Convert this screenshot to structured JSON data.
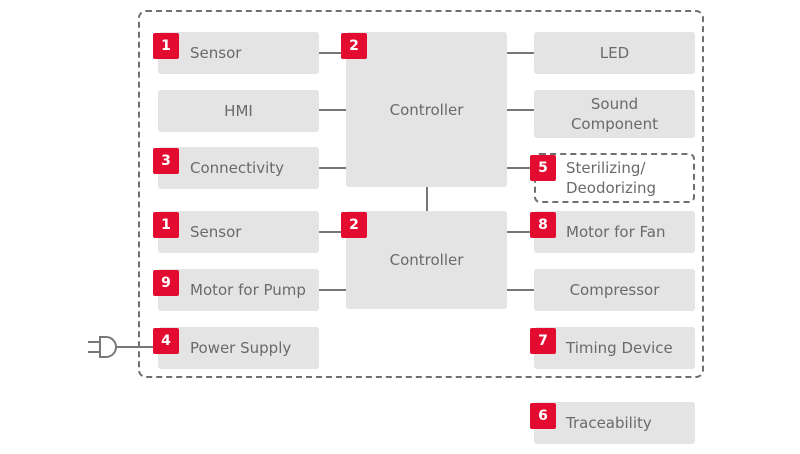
{
  "blocks": {
    "sensor_top": {
      "label": "Sensor",
      "badge": "1"
    },
    "hmi": {
      "label": "HMI"
    },
    "connectivity": {
      "label": "Connectivity",
      "badge": "3"
    },
    "sensor_bottom": {
      "label": "Sensor",
      "badge": "1"
    },
    "motor_pump": {
      "label": "Motor for Pump",
      "badge": "9"
    },
    "power_supply": {
      "label": "Power Supply",
      "badge": "4"
    },
    "controller_top": {
      "label": "Controller",
      "badge": "2"
    },
    "controller_bottom": {
      "label": "Controller",
      "badge": "2"
    },
    "led": {
      "label": "LED"
    },
    "sound": {
      "line1": "Sound",
      "line2": "Component"
    },
    "sterilizing": {
      "line1": "Sterilizing/",
      "line2": "Deodorizing",
      "badge": "5"
    },
    "motor_fan": {
      "label": "Motor for Fan",
      "badge": "8"
    },
    "compressor": {
      "label": "Compressor"
    },
    "timing": {
      "label": "Timing Device",
      "badge": "7"
    },
    "traceability": {
      "label": "Traceability",
      "badge": "6"
    }
  },
  "icons": {
    "power_plug": "plug-icon"
  },
  "colors": {
    "badge": "#e30b2f",
    "block": "#e4e4e4",
    "text": "#6a6a6a",
    "line": "#777777"
  }
}
